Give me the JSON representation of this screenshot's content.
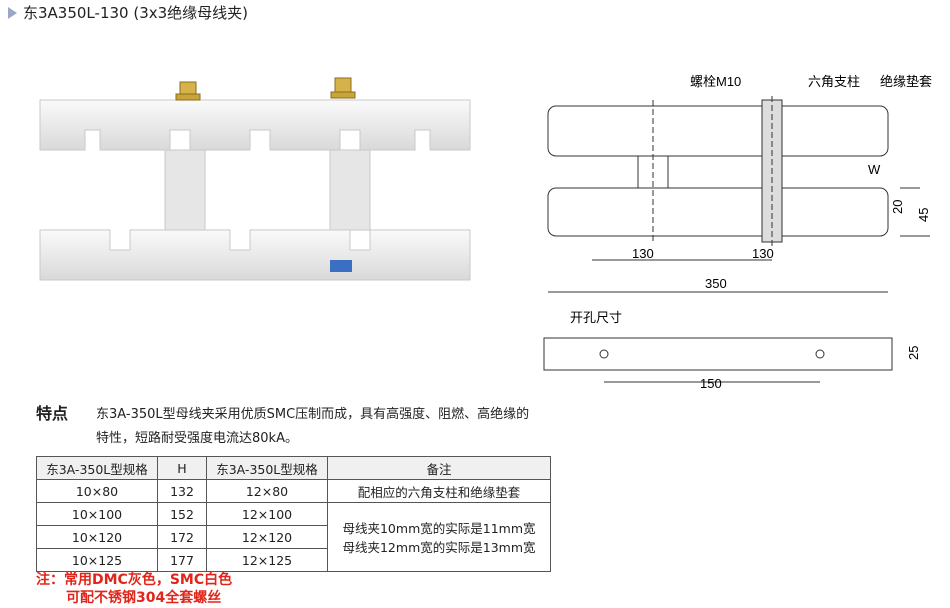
{
  "title": "东3A350L-130 (3x3绝缘母线夹)",
  "drawing": {
    "label_bolt": "螺栓M10",
    "label_hex": "六角支柱",
    "label_pad": "绝缘垫套",
    "label_w": "W",
    "dim_130_a": "130",
    "dim_130_b": "130",
    "dim_350": "350",
    "dim_20": "20",
    "dim_45": "45",
    "hole_title": "开孔尺寸",
    "dim_150": "150",
    "dim_25": "25"
  },
  "features": {
    "heading": "特点",
    "text": "东3A-350L型母线夹采用优质SMC压制而成，具有高强度、阻燃、高绝缘的特性，短路耐受强度电流达80kA。"
  },
  "table": {
    "headers": [
      "东3A-350L型规格",
      "H",
      "东3A-350L型规格",
      "备注"
    ],
    "rows": [
      [
        "10×80",
        "132",
        "12×80"
      ],
      [
        "10×100",
        "152",
        "12×100"
      ],
      [
        "10×120",
        "172",
        "12×120"
      ],
      [
        "10×125",
        "177",
        "12×125"
      ]
    ],
    "remark_1": "配相应的六角支柱和绝缘垫套",
    "remark_2": "母线夹10mm宽的实际是11mm宽",
    "remark_3": "母线夹12mm宽的实际是13mm宽"
  },
  "note": {
    "line1": "注：常用DMC灰色，SMC白色",
    "line2": "可配不锈钢304全套螺丝"
  }
}
